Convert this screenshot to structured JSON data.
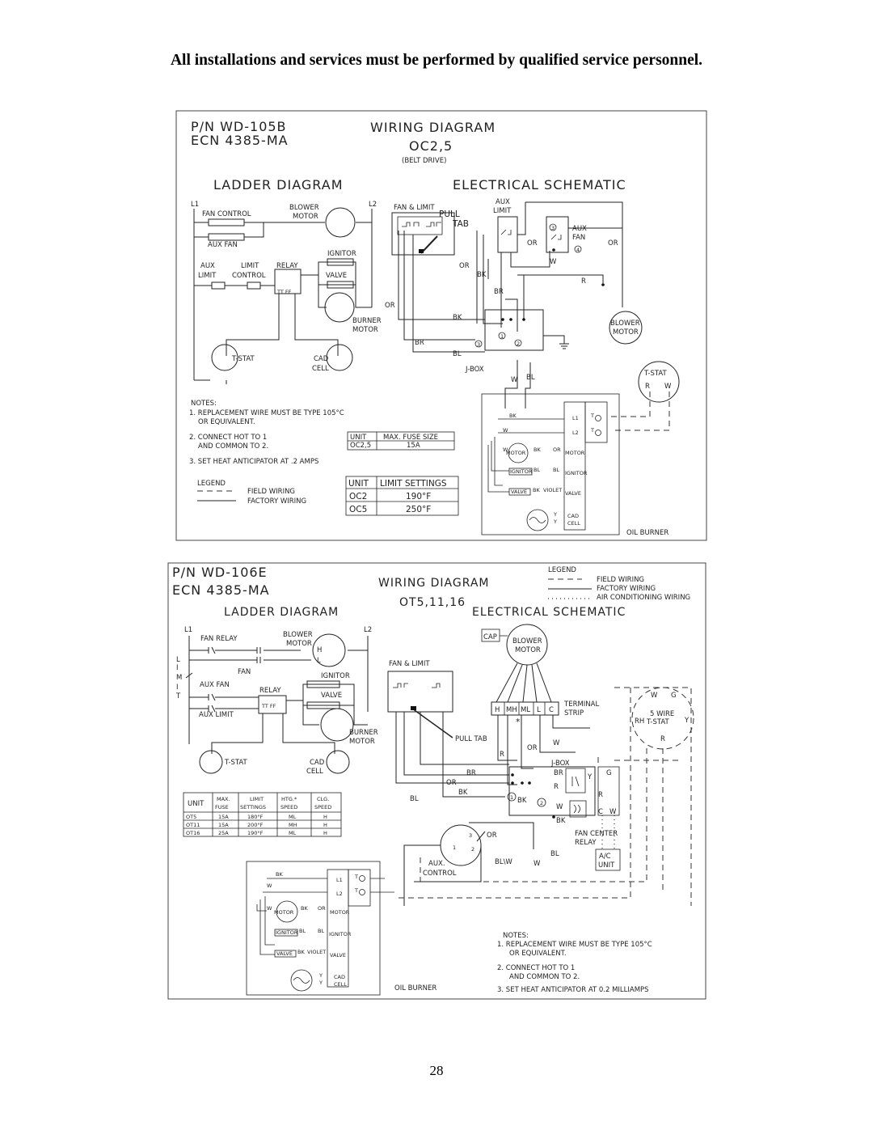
{
  "heading": "All installations and services must be performed by qualified service personnel.",
  "page_number": "28",
  "diagram1": {
    "part_number": "P/N WD-105B",
    "ecn": "ECN 4385-MA",
    "title": "WIRING DIAGRAM",
    "model": "OC2,5",
    "subtitle": "(BELT DRIVE)",
    "ladder_title": "LADDER DIAGRAM",
    "schematic_title": "ELECTRICAL SCHEMATIC",
    "labels": {
      "l1": "L1",
      "l2": "L2",
      "fan_control": "FAN CONTROL",
      "blower_motor": "BLOWER",
      "blower_motor2": "MOTOR",
      "aux_fan": "AUX FAN",
      "ignitor": "IGNITOR",
      "aux_limit": "AUX",
      "aux_limit2": "LIMIT",
      "limit_control": "LIMIT",
      "limit_control2": "CONTROL",
      "relay": "RELAY",
      "valve": "VALVE",
      "ttff": "TT FF",
      "burner_motor": "BURNER",
      "burner_motor2": "MOTOR",
      "tstat": "T-STAT",
      "cad_cell": "CAD",
      "cad_cell2": "CELL",
      "fan_limit": "FAN & LIMIT",
      "pull_tab": "PULL",
      "pull_tab2": "TAB",
      "aux_limit_s": "AUX",
      "aux_limit_s2": "LIMIT",
      "aux_fan_s": "AUX",
      "aux_fan_s2": "FAN",
      "or": "OR",
      "bk": "BK",
      "br": "BR",
      "bl": "BL",
      "w": "W",
      "r": "R",
      "jbox": "J-BOX",
      "blower_s": "BLOWER",
      "blower_s2": "MOTOR",
      "tstat_s": "T-STAT",
      "oil_burner": "OIL BURNER",
      "motor": "MOTOR",
      "ignitor_s": "IGNITOR",
      "valve_s": "VALVE",
      "violet": "VIOLET",
      "cad": "CAD",
      "cell": "CELL",
      "t": "T",
      "y": "Y",
      "one": "1",
      "two": "2",
      "three": "3",
      "four": "4"
    },
    "notes_title": "NOTES:",
    "notes": [
      "1. REPLACEMENT WIRE MUST BE TYPE 105°C",
      "OR EQUIVALENT.",
      "2. CONNECT HOT TO 1",
      "AND COMMON TO 2.",
      "3. SET HEAT ANTICIPATOR AT .2 AMPS"
    ],
    "fuse_table": {
      "headers": [
        "UNIT",
        "MAX. FUSE SIZE"
      ],
      "rows": [
        [
          "OC2,5",
          "15A"
        ]
      ]
    },
    "legend_title": "LEGEND",
    "legend": [
      "FIELD WIRING",
      "FACTORY WIRING"
    ],
    "limit_table": {
      "headers": [
        "UNIT",
        "LIMIT SETTINGS"
      ],
      "rows": [
        [
          "OC2",
          "190°F"
        ],
        [
          "OC5",
          "250°F"
        ]
      ]
    }
  },
  "diagram2": {
    "part_number": "P/N WD-106E",
    "ecn": "ECN 4385-MA",
    "title": "WIRING DIAGRAM",
    "model": "OT5,11,16",
    "ladder_title": "LADDER DIAGRAM",
    "schematic_title": "ELECTRICAL SCHEMATIC",
    "legend_title": "LEGEND",
    "legend": [
      "FIELD WIRING",
      "FACTORY WIRING",
      "AIR CONDITIONING WIRING"
    ],
    "labels": {
      "l1": "L1",
      "l2": "L2",
      "fan_relay": "FAN RELAY",
      "blower": "BLOWER",
      "motor": "MOTOR",
      "h": "H",
      "l": "L",
      "fan": "FAN",
      "ignitor": "IGNITOR",
      "limit_v": "LIMIT",
      "aux_fan": "AUX FAN",
      "relay": "RELAY",
      "valve": "VALVE",
      "aux_limit": "AUX LIMIT",
      "ttff": "TT FF",
      "burner": "BURNER",
      "tstat": "T-STAT",
      "cad": "CAD",
      "cell": "CELL",
      "cap": "CAP",
      "fan_limit": "FAN & LIMIT",
      "terminal": "TERMINAL",
      "strip": "STRIP",
      "pull_tab": "PULL TAB",
      "h_t": "H",
      "mh_t": "MH",
      "ml_t": "ML",
      "l_t": "L",
      "c_t": "C",
      "star": "*",
      "or": "OR",
      "bk": "BK",
      "br": "BR",
      "bl": "BL",
      "w": "W",
      "r": "R",
      "y": "Y",
      "g": "G",
      "c": "C",
      "jbox": "J-BOX",
      "five_wire": "5 WIRE",
      "rh": "RH",
      "fan_center": "FAN CENTER",
      "relay2": "RELAY",
      "ac": "A/C",
      "unit": "UNIT",
      "aux": "AUX.",
      "control": "CONTROL",
      "blw": "BL\\W",
      "oil_burner": "OIL BURNER",
      "violet": "VIOLET",
      "t": "T",
      "one": "1",
      "two": "2",
      "three": "3"
    },
    "unit_table": {
      "headers": [
        "UNIT",
        "MAX. FUSE",
        "LIMIT SETTINGS",
        "HTG.* SPEED",
        "CLG. SPEED"
      ],
      "rows": [
        [
          "OT5",
          "15A",
          "180°F",
          "ML",
          "H"
        ],
        [
          "OT11",
          "15A",
          "200°F",
          "MH",
          "H"
        ],
        [
          "OT16",
          "25A",
          "190°F",
          "ML",
          "H"
        ]
      ]
    },
    "notes_title": "NOTES:",
    "notes": [
      "1. REPLACEMENT WIRE MUST BE TYPE 105°C",
      "OR EQUIVALENT.",
      "2. CONNECT HOT TO 1",
      "AND COMMON TO 2.",
      "3. SET HEAT ANTICIPATOR AT 0.2 MILLIAMPS"
    ]
  }
}
